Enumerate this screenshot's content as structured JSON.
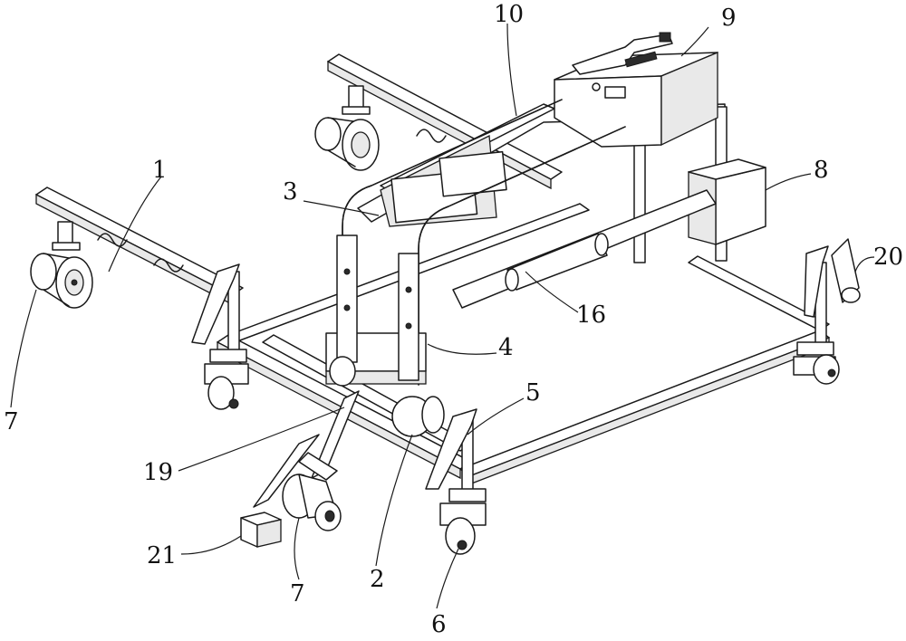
{
  "figure": {
    "description_labels": [
      {
        "id": "label-1",
        "text": "1"
      },
      {
        "id": "label-2",
        "text": "2"
      },
      {
        "id": "label-3",
        "text": "3"
      },
      {
        "id": "label-4",
        "text": "4"
      },
      {
        "id": "label-5",
        "text": "5"
      },
      {
        "id": "label-6",
        "text": "6"
      },
      {
        "id": "label-7a",
        "text": "7"
      },
      {
        "id": "label-7b",
        "text": "7"
      },
      {
        "id": "label-8",
        "text": "8"
      },
      {
        "id": "label-9",
        "text": "9"
      },
      {
        "id": "label-10",
        "text": "10"
      },
      {
        "id": "label-16",
        "text": "16"
      },
      {
        "id": "label-19",
        "text": "19"
      },
      {
        "id": "label-20",
        "text": "20"
      },
      {
        "id": "label-21",
        "text": "21"
      }
    ]
  }
}
